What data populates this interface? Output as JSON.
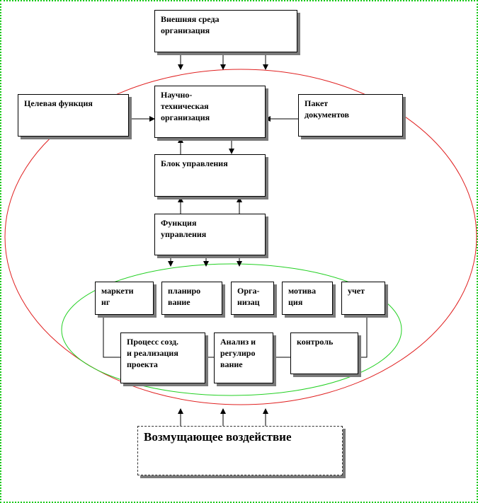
{
  "diagram": {
    "external_env": "Внешняя  среда\nорганизация",
    "target_function": "Целевая функция",
    "sci_tech_org": "Научно-\nтехническая\nорганизация",
    "docs_package": "Пакет\nдокументов",
    "control_block": "Блок управления",
    "control_function": "Функция\nуправления",
    "marketing": "маркети\nнг",
    "planning": "планиро\nвание",
    "organization": "Орга-\nнизац",
    "motivation": "мотива\nция",
    "accounting": "учет",
    "project_process": "Процесс созд.\nи реализация\nпроекта",
    "analysis": "Анализ и\nрегулиро\nвание",
    "control": "контроль",
    "disturbance": "Возмущающее воздействие"
  },
  "colors": {
    "frame": "#18c818",
    "outer_ellipse": "#e02020",
    "inner_ellipse": "#22d022",
    "lines": "#000000",
    "shadow": "#7a7a7a"
  }
}
